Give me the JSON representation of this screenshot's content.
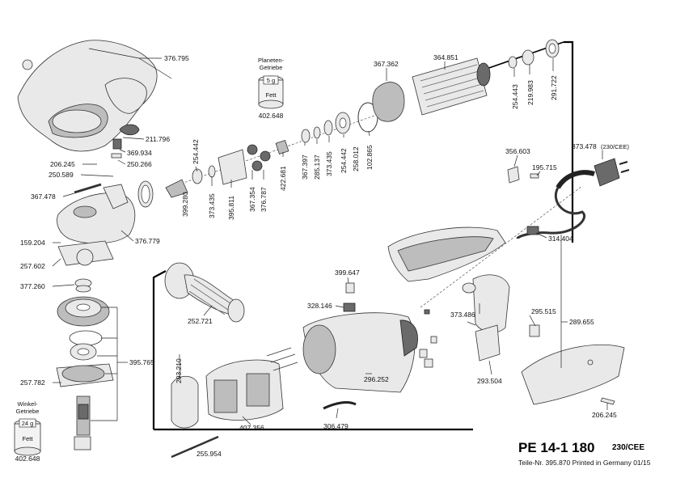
{
  "title": "PE 14-1 180",
  "variant": "230/CEE",
  "print_note": "Teile-Nr. 395.870 Printed in Germany 01/15",
  "grease_boxes": {
    "planetary": {
      "label_line1": "Planeten-",
      "label_line2": "Getriebe",
      "amount": "5 g",
      "product": "Fett",
      "part": "402.648"
    },
    "angle": {
      "label_line1": "Winkel-",
      "label_line2": "Getriebe",
      "amount": "24 g",
      "product": "Fett",
      "part": "402.648"
    }
  },
  "cord_variant": "(230/CEE)",
  "parts": {
    "p376795": "376.795",
    "p211796": "211.796",
    "p369934": "369.934",
    "p250266": "250.266",
    "p206245a": "206.245",
    "p250589": "250.589",
    "p367478": "367.478",
    "p159204": "159.204",
    "p376779": "376.779",
    "p257602": "257.602",
    "p377260": "377.260",
    "p395765": "395.765",
    "p257782": "257.782",
    "p254442a": "254.442",
    "p399280": "399.280",
    "p373435a": "373.435",
    "p395811": "395.811",
    "p367354": "367.354",
    "p376787": "376.787",
    "p422681": "422.681",
    "p367397": "367.397",
    "p285137": "285.137",
    "p373435b": "373.435",
    "p254442b": "254.442",
    "p258012": "258.012",
    "p102865": "102.865",
    "p367362": "367.362",
    "p364851": "364.851",
    "p254443": "254.443",
    "p219983": "219.983",
    "p291722": "291.722",
    "p356603": "356.603",
    "p195715": "195.715",
    "p373478": "373.478",
    "p314404": "314.404",
    "p252721": "252.721",
    "p399647": "399.647",
    "p328146": "328.146",
    "p373486": "373.486",
    "p295515": "295.515",
    "p289655": "289.655",
    "p293504": "293.504",
    "p206245b": "206.245",
    "p296252": "296.252",
    "p293210": "293.210",
    "p407356": "407.356",
    "p306479": "306.479",
    "p255954": "255.954"
  }
}
